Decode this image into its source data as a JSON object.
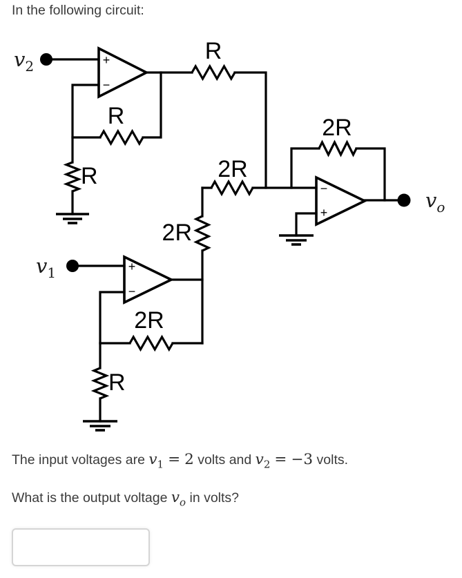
{
  "title": "In the following circuit:",
  "circuit": {
    "terminals": {
      "v2": {
        "sym": "v",
        "sub": "2"
      },
      "v1": {
        "sym": "v",
        "sub": "1"
      },
      "vo": {
        "sym": "v",
        "sub": "o"
      }
    },
    "resistors": {
      "r_series_top": "R",
      "r_feedback_opamp1": "R",
      "r_to_ground_opamp1": "R",
      "r2_summing": "2R",
      "r2_feedback_opamp2": "2R",
      "r2_from_opamp3": "2R",
      "r2_feedback_opamp3": "2R",
      "r_to_ground_opamp3": "R"
    },
    "opamps": {
      "plus": "+",
      "minus": "−"
    }
  },
  "statement": {
    "text_before": "The input voltages are ",
    "m1_var": "v",
    "m1_sub": "1",
    "m1_rel": "=",
    "m1_val": "2",
    "text_mid": " volts and ",
    "m2_var": "v",
    "m2_sub": "2",
    "m2_rel": "=",
    "m2_val": "−3",
    "text_after": " volts."
  },
  "prompt": {
    "text_before": "What is the output voltage ",
    "m_var": "v",
    "m_sub": "o",
    "text_after": " in volts?"
  },
  "answer": {
    "value": ""
  }
}
